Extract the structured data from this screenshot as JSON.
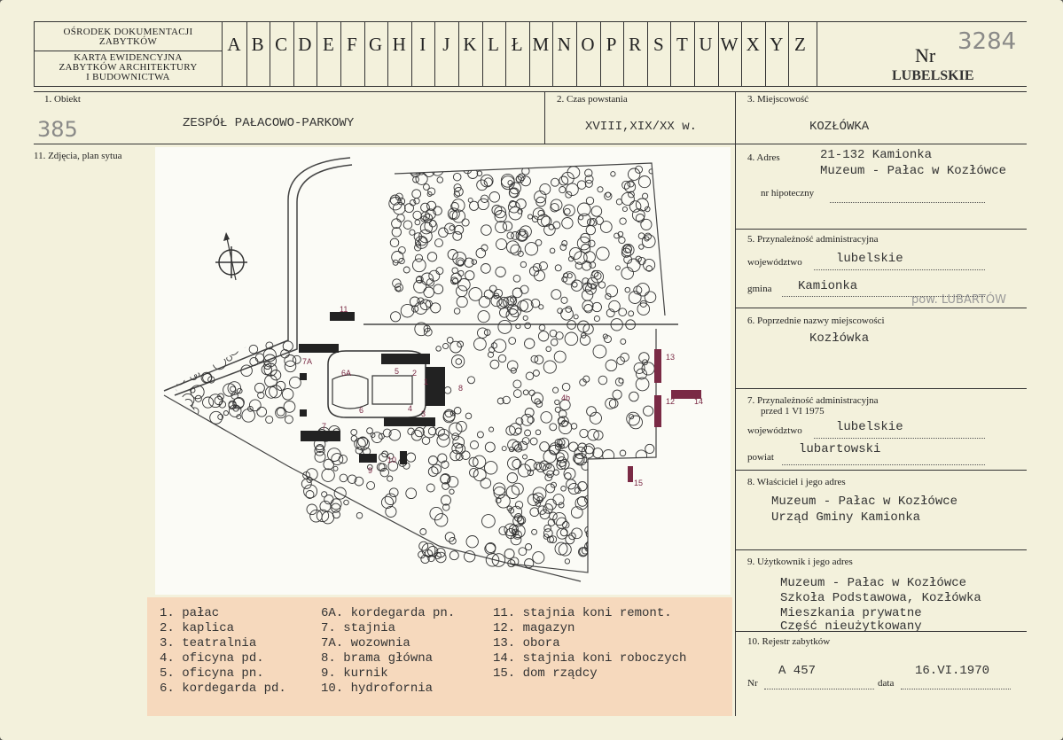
{
  "header": {
    "institution_line1": "OŚRODEK DOKUMENTACJI",
    "institution_line2": "ZABYTKÓW",
    "card_line1": "KARTA EWIDENCYJNA",
    "card_line2": "ZABYTKÓW ARCHITEKTURY",
    "card_line3": "I BUDOWNICTWA",
    "letters": [
      "A",
      "B",
      "C",
      "D",
      "E",
      "F",
      "G",
      "H",
      "I",
      "J",
      "K",
      "L",
      "Ł",
      "M",
      "N",
      "O",
      "P",
      "R",
      "S",
      "T",
      "U",
      "W",
      "X",
      "Y",
      "Z"
    ],
    "nr_label": "Nr",
    "nr_value": "3284",
    "region": "LUBELSKIE"
  },
  "fields": {
    "obiekt_label": "1. Obiekt",
    "obiekt_value": "ZESPÓŁ PAŁACOWO-PARKOWY",
    "obiekt_hand": "385",
    "czas_label": "2. Czas powstania",
    "czas_value": "XVIII,XIX/XX w.",
    "miejsc_label": "3. Miejscowość",
    "miejsc_value": "KOZŁÓWKA",
    "adres_label": "4. Adres",
    "adres_line1": "21-132 Kamionka",
    "adres_line2": "Muzeum - Pałac w Kozłówce",
    "hipo_label": "nr hipoteczny",
    "przyn_label": "5. Przynależność administracyjna",
    "woj_label": "województwo",
    "woj_value": "lubelskie",
    "gmina_label": "gmina",
    "gmina_value": "Kamionka",
    "gmina_hand": "pow. LUBARTÓW",
    "poprz_label": "6. Poprzednie nazwy miejscowości",
    "poprz_value": "Kozłówka",
    "przyn2_label1": "7. Przynależność administracyjna",
    "przyn2_label2": "przed 1 VI 1975",
    "woj2_label": "województwo",
    "woj2_value": "lubelskie",
    "powiat_label": "powiat",
    "powiat_value": "lubartowski",
    "wlasc_label": "8. Właściciel i jego adres",
    "wlasc_line1": "Muzeum - Pałac w Kozłówce",
    "wlasc_line2": "Urząd Gminy Kamionka",
    "uzytk_label": "9. Użytkownik i jego adres",
    "uzytk_line1": "Muzeum - Pałac w Kozłówce",
    "uzytk_line2": "Szkoła Podstawowa, Kozłówka",
    "uzytk_line3": "Mieszkania prywatne",
    "uzytk_line4": "Część nieużytkowany",
    "rejestr_label": "10. Rejestr zabytków",
    "nr_label": "Nr",
    "nr_value": "A 457",
    "data_label": "data",
    "data_value": "16.VI.1970",
    "zdjecia_label": "11. Zdjęcia, plan sytua"
  },
  "legend": {
    "col1": [
      "1. pałac",
      "2. kaplica",
      "3. teatralnia",
      "4. oficyna pd.",
      "5. oficyna pn.",
      "6. kordegarda pd."
    ],
    "col2": [
      "6A. kordegarda pn.",
      "7. stajnia",
      "7A. wozownia",
      "8. brama główna",
      "9. kurnik",
      "10. hydrofornia"
    ],
    "col3": [
      "11. stajnia koni remont.",
      "12. magazyn",
      "13. obora",
      "14. stajnia koni roboczych",
      "15. dom rządcy"
    ]
  },
  "plan_labels": [
    "11",
    "7A",
    "6A",
    "5",
    "2",
    "1",
    "3",
    "4",
    "6",
    "7",
    "8",
    "9",
    "10",
    "12",
    "13",
    "14",
    "15",
    "4b"
  ],
  "colors": {
    "card": "#f3f1dc",
    "legend": "#f6d9bd",
    "marker": "#7a2a45",
    "ink": "#333333"
  }
}
